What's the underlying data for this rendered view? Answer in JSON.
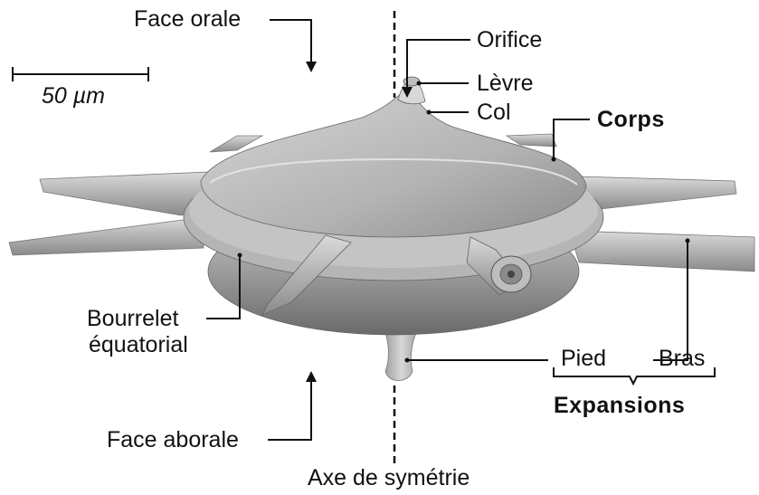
{
  "labels": {
    "face_orale": "Face orale",
    "face_aborale": "Face aborale",
    "scale_value": "50 µm",
    "orifice": "Orifice",
    "levre": "Lèvre",
    "col": "Col",
    "corps": "Corps",
    "bourrelet_line1": "Bourrelet",
    "bourrelet_line2": "équatorial",
    "pied": "Pied",
    "bras": "Bras",
    "expansions": "Expansions",
    "axe": "Axe de symétrie"
  },
  "colors": {
    "line": "#111111",
    "body_light": "#d2d2d2",
    "body_mid": "#a8a8a8",
    "body_dark": "#6e6e6e",
    "background": "#ffffff"
  }
}
